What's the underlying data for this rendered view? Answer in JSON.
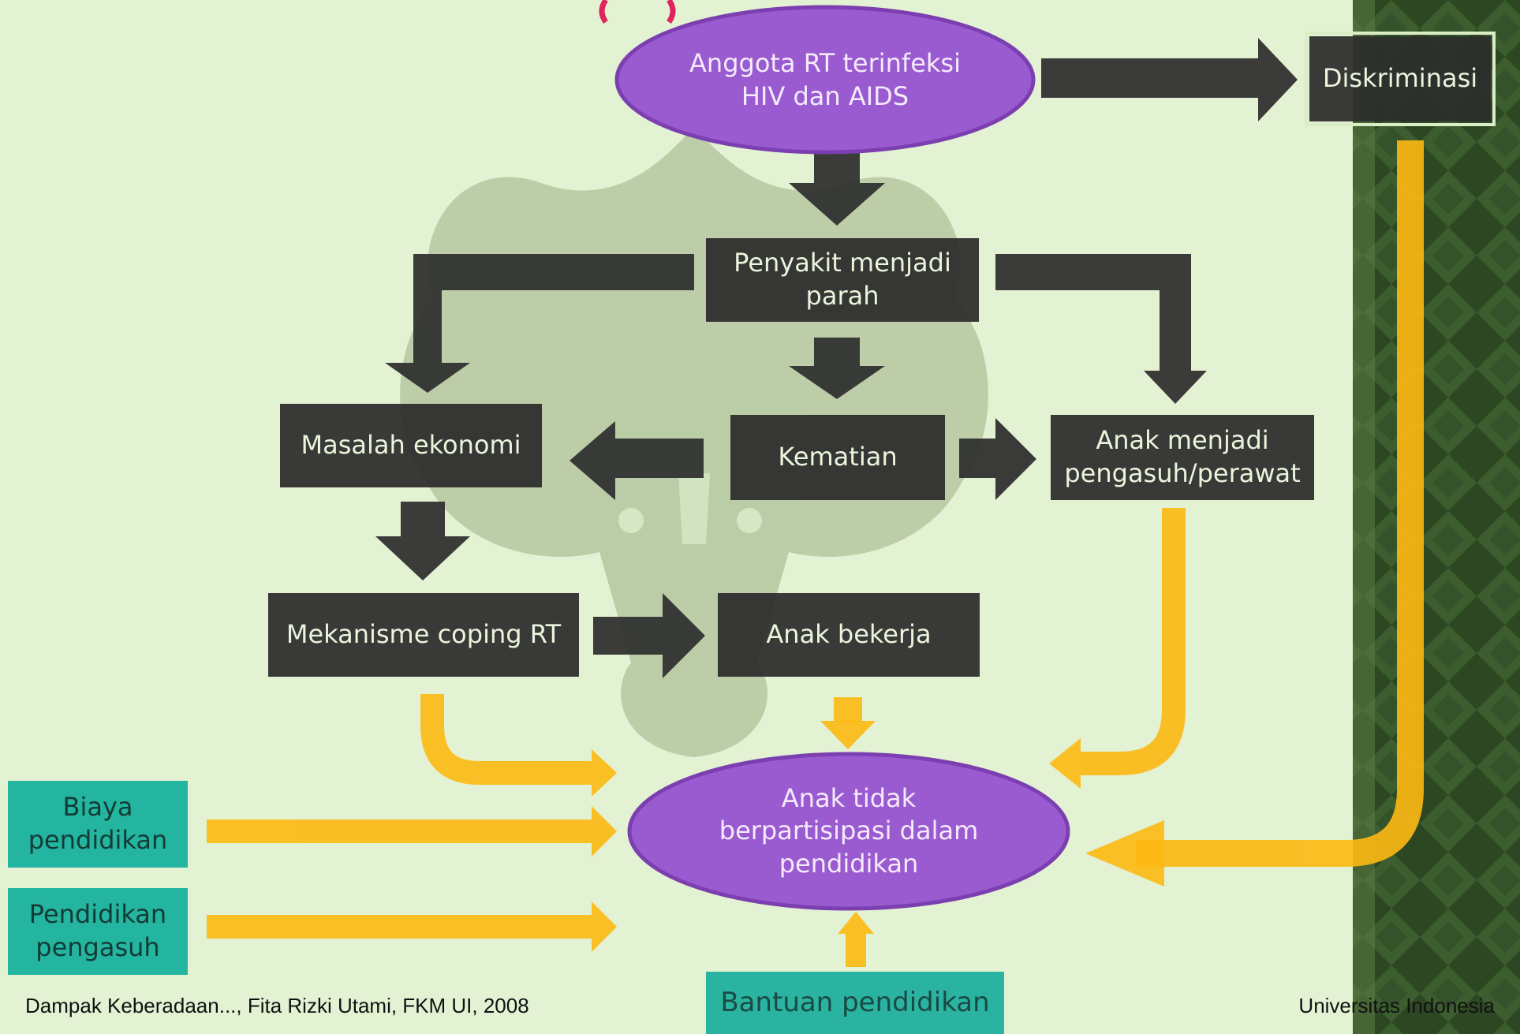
{
  "diagram": {
    "nodes": {
      "anggota": "Anggota RT terinfeksi\nHIV dan AIDS",
      "diskriminasi": "Diskriminasi",
      "penyakit": "Penyakit menjadi\nparah",
      "masalah": "Masalah ekonomi",
      "kematian": "Kematian",
      "anak_pengasuh": "Anak menjadi\npengasuh/perawat",
      "mekanisme": "Mekanisme coping RT",
      "anak_bekerja": "Anak bekerja",
      "anak_tidak": "Anak tidak\nberpartisipasi dalam\npendidikan",
      "biaya": "Biaya\npendidikan",
      "pendidikan_pengasuh": "Pendidikan\npengasuh",
      "bantuan": "Bantuan pendidikan"
    },
    "colors": {
      "background": "#e3f2d3",
      "dark_box": "#2e2e2e",
      "oval": "#9a5bd0",
      "teal": "#23b59f",
      "orange_arrow": "#fdb913",
      "side_panel": "#2f4a24"
    }
  },
  "footer": {
    "left": "Dampak Keberadaan..., Fita Rizki Utami, FKM UI, 2008",
    "right": "Universitas Indonesia"
  }
}
